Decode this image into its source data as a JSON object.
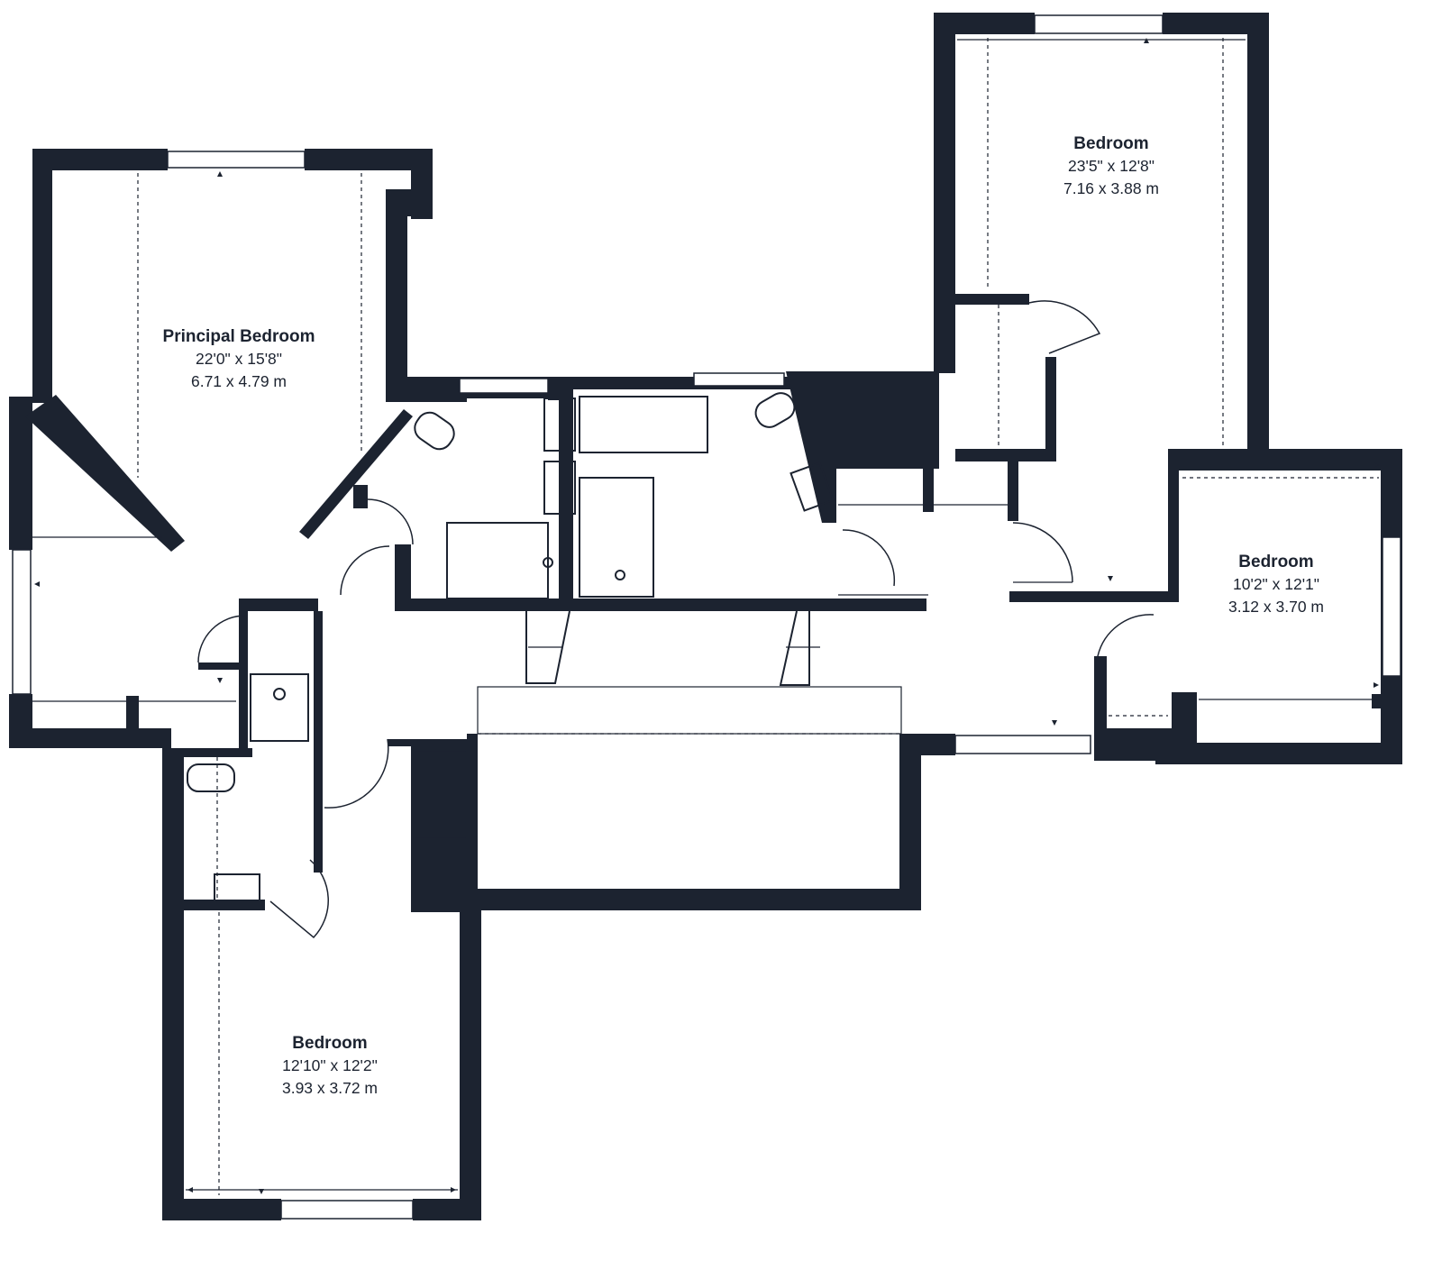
{
  "colors": {
    "wall": "#1c2330",
    "background": "#ffffff"
  },
  "rooms": [
    {
      "id": "principal",
      "name": "Principal Bedroom",
      "imperial": "22'0\" x 15'8\"",
      "metric": "6.71 x 4.79 m"
    },
    {
      "id": "bed-ne",
      "name": "Bedroom",
      "imperial": "23'5\" x 12'8\"",
      "metric": "7.16 x 3.88 m"
    },
    {
      "id": "bed-e",
      "name": "Bedroom",
      "imperial": "10'2\" x 12'1\"",
      "metric": "3.12 x 3.70 m"
    },
    {
      "id": "bed-sw",
      "name": "Bedroom",
      "imperial": "12'10\" x 12'2\"",
      "metric": "3.93 x 3.72 m"
    }
  ]
}
